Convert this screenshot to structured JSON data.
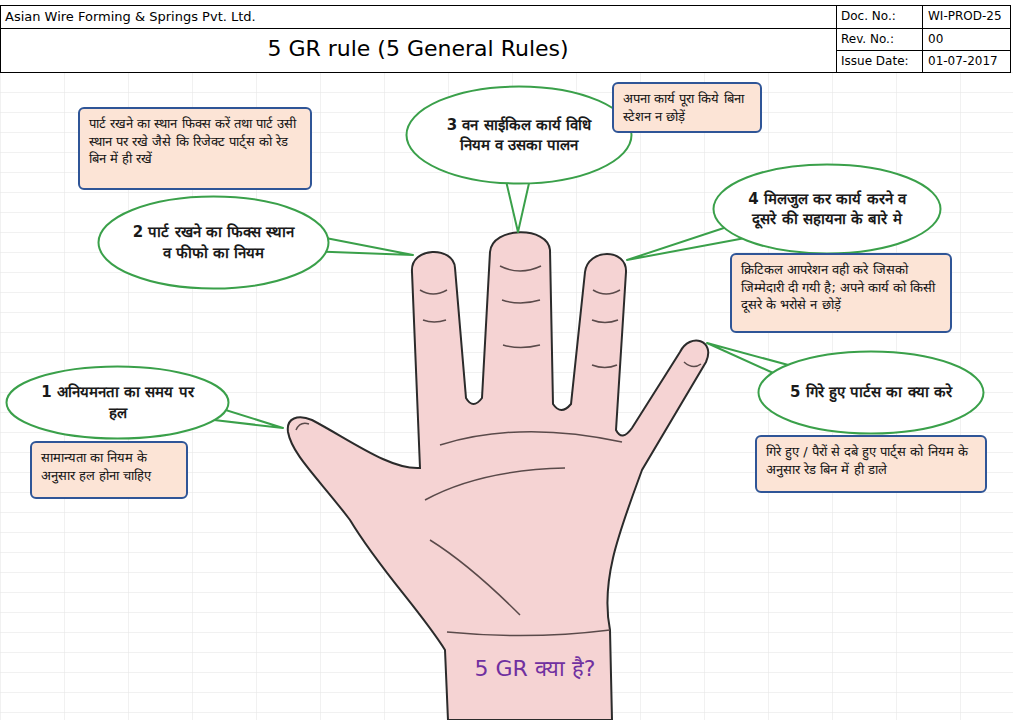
{
  "diagram": {
    "title": "5 GR rule (5 General Rules)",
    "nodes": [
      {
        "text": [
          "1 अनियमनता का समय पर हल"
        ]
      },
      {
        "text": [
          "सामान्यता का नियम के अनुसार हल होना चाहिए"
        ]
      },
      {
        "text": [
          "2 पार्ट रखने का फिक्स स्थान व फीफो का नियम"
        ]
      },
      {
        "text": [
          "पार्ट रखने का स्थान फिक्स करें तथा पार्ट उसी स्थान पर रखे जैसे कि रिजेक्ट पार्ट्स को रेड बिन में ही रखें"
        ]
      },
      {
        "text": [
          "3 वन साईकिल कार्य विधि नियम व उसका पालन"
        ]
      },
      {
        "text": [
          "अपना कार्य पूरा किये बिना स्टेशन न छोड़ें"
        ]
      },
      {
        "text": [
          "4 मिलजुल कर कार्य करने व दूसरे की सहायना के बारे मे"
        ]
      },
      {
        "text": [
          "क्रिटिकल आपरेशन वही करे जिसको जिम्मेदारी दी गयी है; अपने कार्य को किसी दूसरे के भरोसे न छोड़ें"
        ]
      },
      {
        "text": [
          "5 गिरे हुए पार्टस का क्या करे"
        ]
      },
      {
        "text": [
          "गिरे हुए / पैरों से दबे हुए पार्ट्स को नियम के अनुसार रेड बिन में ही डाले"
        ]
      }
    ],
    "labels": [
      "Asian Wire Forming & Springs Pvt. Ltd.",
      "Doc. No.:",
      "WI-PROD-25",
      "Rev. No.:",
      "00",
      "Issue Date:",
      "01-07-2017",
      "5 GR क्या है?"
    ]
  }
}
